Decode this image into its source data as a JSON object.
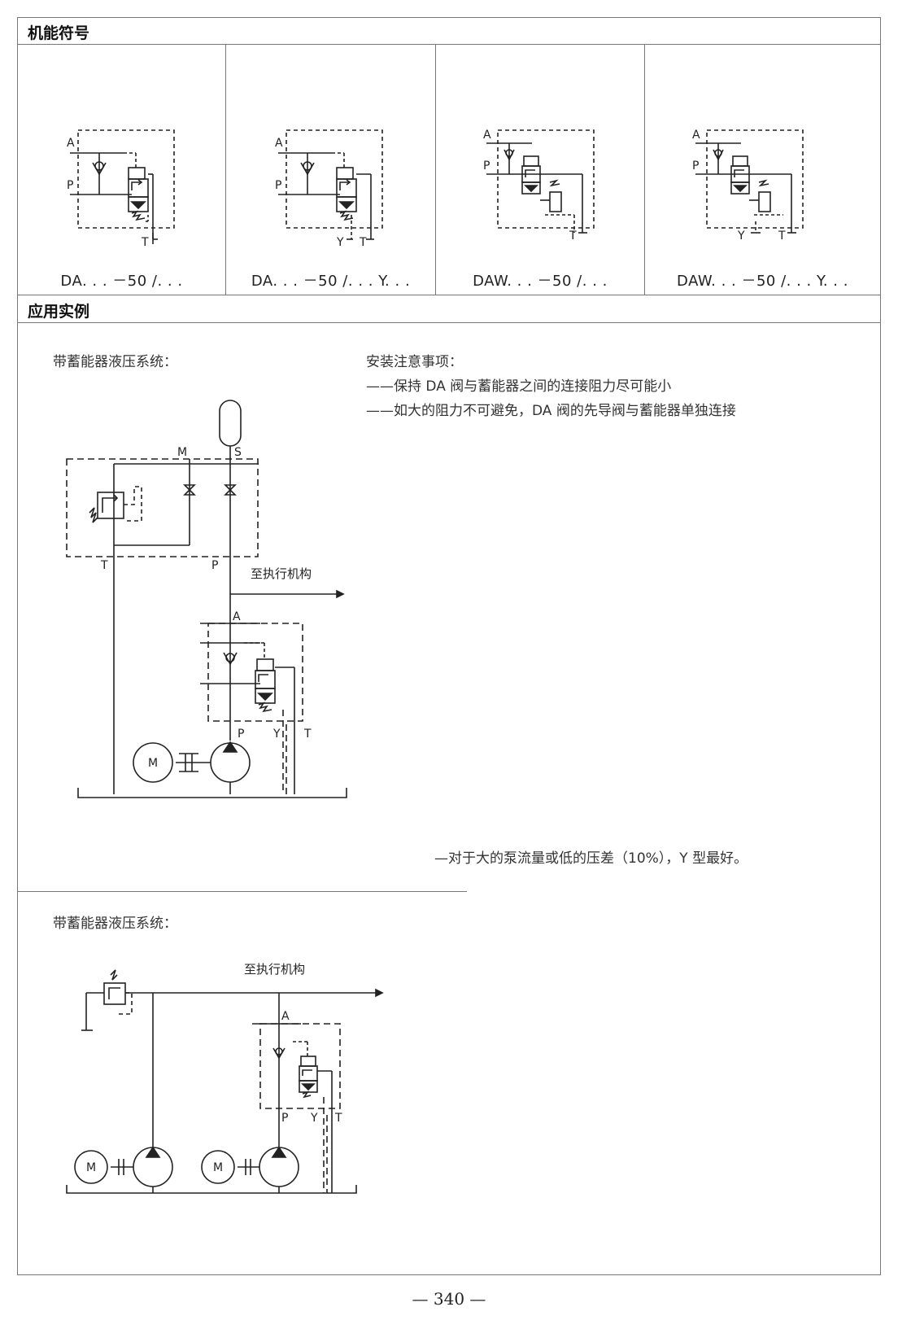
{
  "sections": {
    "symbols_title": "机能符号",
    "application_title": "应用实例"
  },
  "symbols": [
    {
      "label": "DA. . . －50 /. . .",
      "ports": [
        "A",
        "P",
        "T"
      ]
    },
    {
      "label": "DA. . . －50 /. . . Y. . .",
      "ports": [
        "A",
        "P",
        "Y",
        "T"
      ]
    },
    {
      "label": "DAW. . . －50 /. . .",
      "ports": [
        "A",
        "P",
        "T"
      ]
    },
    {
      "label": "DAW. . . －50 /. . . Y. . .",
      "ports": [
        "A",
        "P",
        "Y",
        "T"
      ]
    }
  ],
  "example1": {
    "caption": "带蓄能器液压系统：",
    "notes_title": "安装注意事项：",
    "notes": [
      "——保持 DA 阀与蓄能器之间的连接阻力尽可能小",
      "——如大的阻力不可避免，DA 阀的先导阀与蓄能器单独连接"
    ],
    "diagram_labels": {
      "M": "M",
      "S": "S",
      "T": "T",
      "P": "P",
      "to_actuator": "至执行机构",
      "A": "A",
      "P2": "P",
      "Y": "Y",
      "T2": "T",
      "motor": "M"
    },
    "footnote": "—对于大的泵流量或低的压差（10%），Y 型最好。"
  },
  "example2": {
    "caption": "带蓄能器液压系统：",
    "diagram_labels": {
      "to_actuator": "至执行机构",
      "A": "A",
      "P": "P",
      "Y": "Y",
      "T": "T",
      "motor1": "M",
      "motor2": "M"
    }
  },
  "page_number": "— 340 —"
}
